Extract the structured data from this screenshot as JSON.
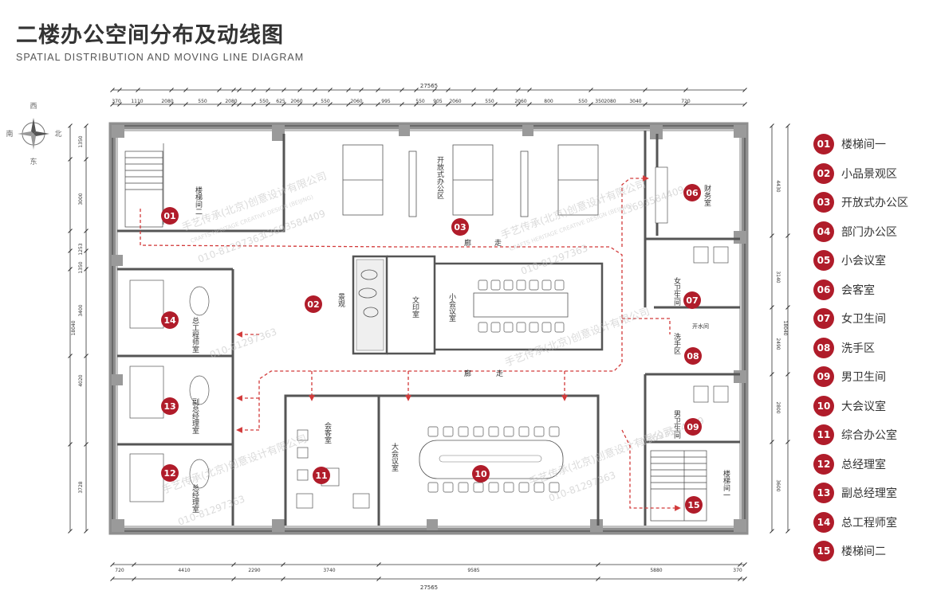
{
  "title": "二楼办公空间分布及动线图",
  "subtitle": "SPATIAL DISTRIBUTION AND MOVING LINE DIAGRAM",
  "compass": {
    "north": "北",
    "south": "南",
    "east": "东",
    "west": "西"
  },
  "dimensions": {
    "top_total": "27565",
    "bottom_total": "27565",
    "top_segments": [
      "370",
      "1110",
      "2080",
      "550",
      "2080",
      "550",
      "625",
      "2060",
      "550",
      "2060",
      "995",
      "550",
      "905",
      "2060",
      "550",
      "2060",
      "800",
      "550",
      "350",
      "2080",
      "3040",
      "720"
    ],
    "bottom_segments": [
      "720",
      "4410",
      "2290",
      "3740",
      "9585",
      "5880",
      "370"
    ],
    "left_segments": [
      "1350",
      "3000",
      "1253",
      "1350",
      "3400",
      "4020",
      "3728"
    ],
    "left_total": "18040",
    "right_segments": [
      "4430",
      "3140",
      "2490",
      "2800",
      "3600"
    ],
    "right_total": "18040"
  },
  "plan_labels": {
    "stair_room_2": "楼梯间二",
    "open_office": "开放式办公区",
    "finance": "财务室",
    "print_room": "文印室",
    "small_meeting": "小会议室",
    "landscape": "景观",
    "womens_wc": "女卫生间",
    "wash_area": "洗手区",
    "water_bar": "开水间",
    "mens_wc": "男卫生间",
    "chief_engineer": "总工程师室",
    "deputy_gm": "副总经理室",
    "gm": "总经理室",
    "reception": "会客室",
    "large_meeting": "大会议室",
    "stair_room_1": "楼梯间一",
    "corridor_a": "走",
    "corridor_b": "廊"
  },
  "watermark": {
    "company_cn": "手艺传承(北京)创意设计有限公司",
    "company_en": "CRAFTS HERITAGE CREATIVE DESIGN (BEIJING)",
    "phone_1": "010-81297363",
    "phone_2": "13693584409"
  },
  "markers": [
    "01",
    "02",
    "03",
    "04",
    "05",
    "06",
    "07",
    "08",
    "09",
    "10",
    "11",
    "12",
    "13",
    "14",
    "15"
  ],
  "legend": [
    {
      "num": "01",
      "label": "楼梯间一"
    },
    {
      "num": "02",
      "label": "小品景观区"
    },
    {
      "num": "03",
      "label": "开放式办公区"
    },
    {
      "num": "04",
      "label": "部门办公区"
    },
    {
      "num": "05",
      "label": "小会议室"
    },
    {
      "num": "06",
      "label": "会客室"
    },
    {
      "num": "07",
      "label": "女卫生间"
    },
    {
      "num": "08",
      "label": "洗手区"
    },
    {
      "num": "09",
      "label": "男卫生间"
    },
    {
      "num": "10",
      "label": "大会议室"
    },
    {
      "num": "11",
      "label": "综合办公室"
    },
    {
      "num": "12",
      "label": "总经理室"
    },
    {
      "num": "13",
      "label": "副总经理室"
    },
    {
      "num": "14",
      "label": "总工程师室"
    },
    {
      "num": "15",
      "label": "楼梯间二"
    }
  ],
  "colors": {
    "accent": "#b01c2a",
    "wall": "#8f8f8f",
    "line": "#333333",
    "path": "#d23a3a"
  }
}
